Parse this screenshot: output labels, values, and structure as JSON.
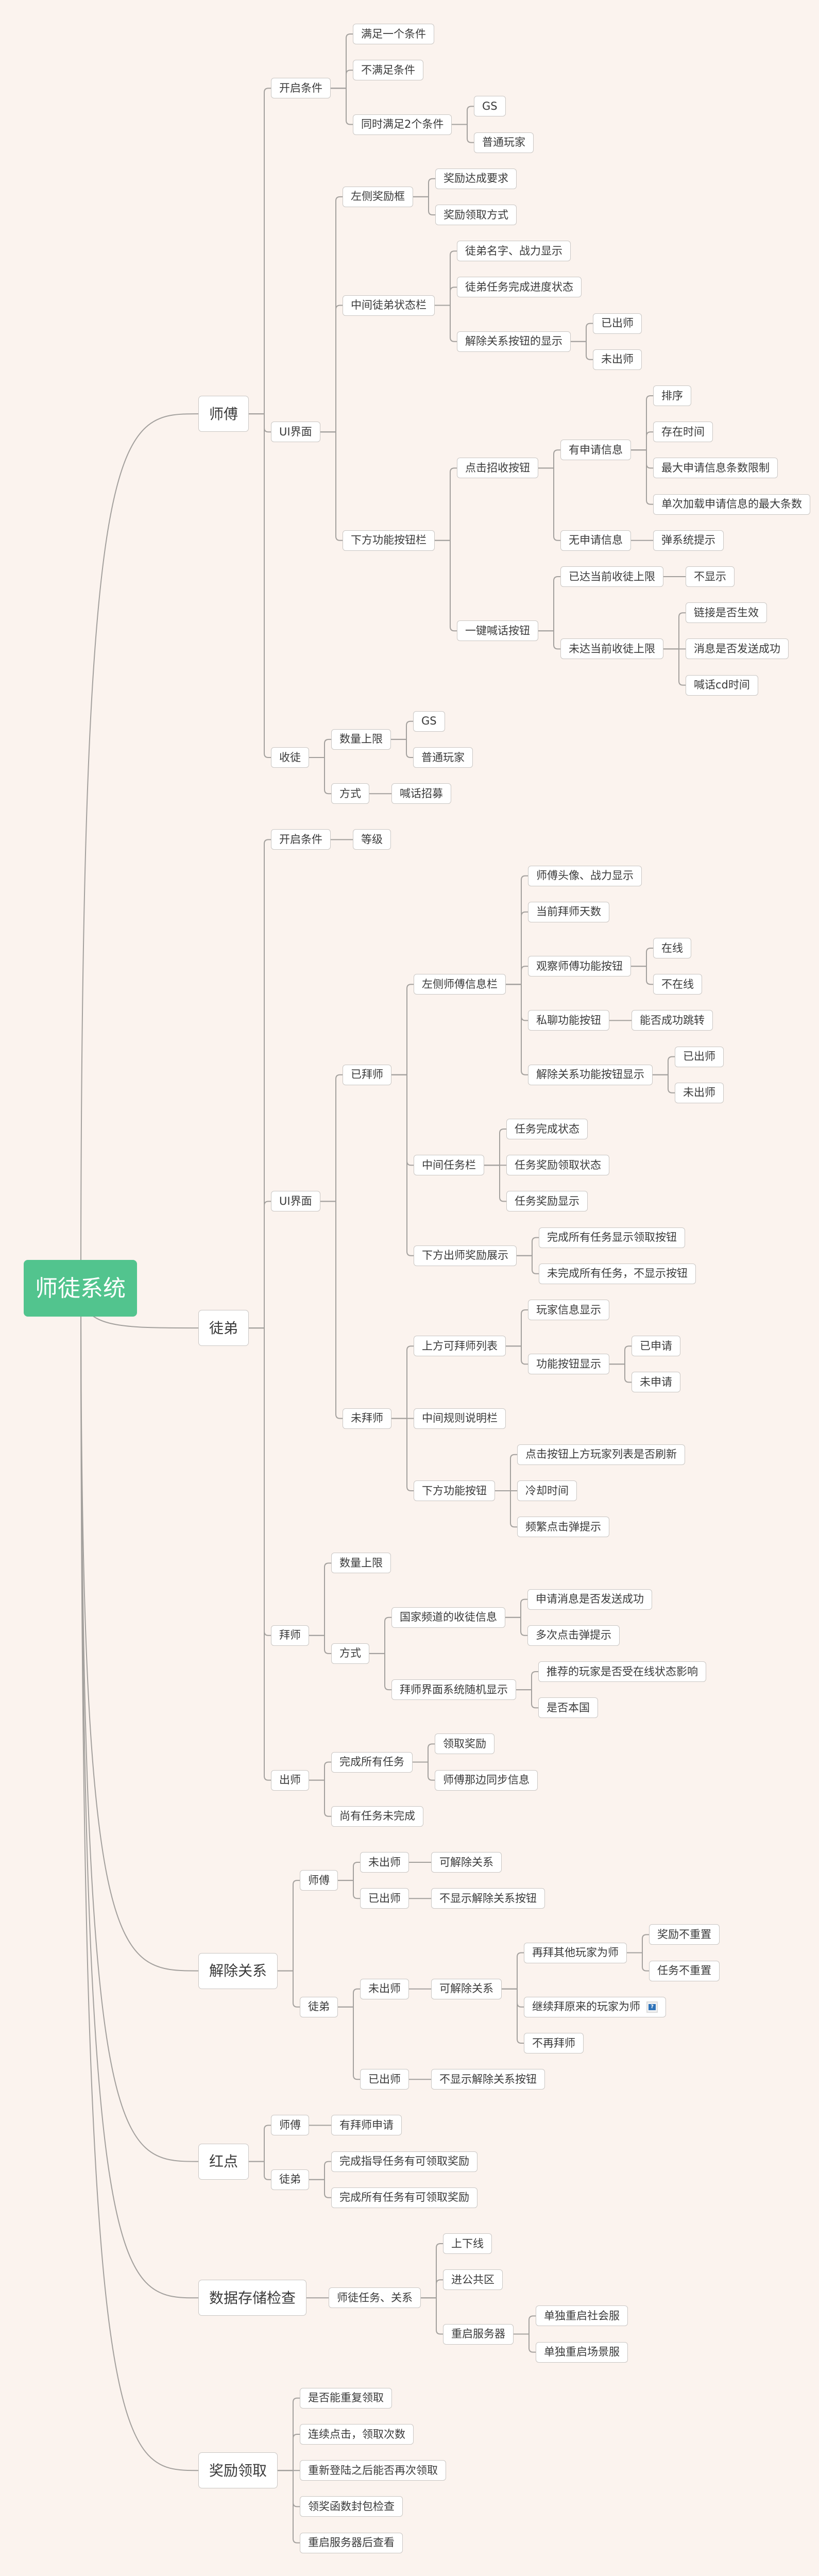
{
  "colors": {
    "background": "#fbf3ee",
    "root": "#52c48e",
    "line": "#a3a09d",
    "node_border": "#c9c6c3"
  },
  "tree": {
    "label": "师徒系统",
    "children": [
      {
        "label": "师傅",
        "children": [
          {
            "label": "开启条件",
            "children": [
              {
                "label": "满足一个条件"
              },
              {
                "label": "不满足条件"
              },
              {
                "label": "同时满足2个条件",
                "children": [
                  {
                    "label": "GS"
                  },
                  {
                    "label": "普通玩家"
                  }
                ]
              }
            ]
          },
          {
            "label": "UI界面",
            "children": [
              {
                "label": "左侧奖励框",
                "children": [
                  {
                    "label": "奖励达成要求"
                  },
                  {
                    "label": "奖励领取方式"
                  }
                ]
              },
              {
                "label": "中间徒弟状态栏",
                "children": [
                  {
                    "label": "徒弟名字、战力显示"
                  },
                  {
                    "label": "徒弟任务完成进度状态"
                  },
                  {
                    "label": "解除关系按钮的显示",
                    "children": [
                      {
                        "label": "已出师"
                      },
                      {
                        "label": "未出师"
                      }
                    ]
                  }
                ]
              },
              {
                "label": "下方功能按钮栏",
                "children": [
                  {
                    "label": "点击招收按钮",
                    "children": [
                      {
                        "label": "有申请信息",
                        "children": [
                          {
                            "label": "排序"
                          },
                          {
                            "label": "存在时间"
                          },
                          {
                            "label": "最大申请信息条数限制"
                          },
                          {
                            "label": "单次加载申请信息的最大条数"
                          }
                        ]
                      },
                      {
                        "label": "无申请信息",
                        "children": [
                          {
                            "label": "弹系统提示"
                          }
                        ]
                      }
                    ]
                  },
                  {
                    "label": "一键喊话按钮",
                    "children": [
                      {
                        "label": "已达当前收徒上限",
                        "children": [
                          {
                            "label": "不显示"
                          }
                        ]
                      },
                      {
                        "label": "未达当前收徒上限",
                        "children": [
                          {
                            "label": "链接是否生效"
                          },
                          {
                            "label": "消息是否发送成功"
                          },
                          {
                            "label": "喊话cd时间"
                          }
                        ]
                      }
                    ]
                  }
                ]
              }
            ]
          },
          {
            "label": "收徒",
            "children": [
              {
                "label": "数量上限",
                "children": [
                  {
                    "label": "GS"
                  },
                  {
                    "label": "普通玩家"
                  }
                ]
              },
              {
                "label": "方式",
                "children": [
                  {
                    "label": "喊话招募"
                  }
                ]
              }
            ]
          }
        ]
      },
      {
        "label": "徒弟",
        "children": [
          {
            "label": "开启条件",
            "children": [
              {
                "label": "等级"
              }
            ]
          },
          {
            "label": "UI界面",
            "children": [
              {
                "label": "已拜师",
                "children": [
                  {
                    "label": "左侧师傅信息栏",
                    "children": [
                      {
                        "label": "师傅头像、战力显示"
                      },
                      {
                        "label": "当前拜师天数"
                      },
                      {
                        "label": "观察师傅功能按钮",
                        "children": [
                          {
                            "label": "在线"
                          },
                          {
                            "label": "不在线"
                          }
                        ]
                      },
                      {
                        "label": "私聊功能按钮",
                        "children": [
                          {
                            "label": "能否成功跳转"
                          }
                        ]
                      },
                      {
                        "label": "解除关系功能按钮显示",
                        "children": [
                          {
                            "label": "已出师"
                          },
                          {
                            "label": "未出师"
                          }
                        ]
                      }
                    ]
                  },
                  {
                    "label": "中间任务栏",
                    "children": [
                      {
                        "label": "任务完成状态"
                      },
                      {
                        "label": "任务奖励领取状态"
                      },
                      {
                        "label": "任务奖励显示"
                      }
                    ]
                  },
                  {
                    "label": "下方出师奖励展示",
                    "children": [
                      {
                        "label": "完成所有任务显示领取按钮"
                      },
                      {
                        "label": "未完成所有任务，不显示按钮"
                      }
                    ]
                  }
                ]
              },
              {
                "label": "未拜师",
                "children": [
                  {
                    "label": "上方可拜师列表",
                    "children": [
                      {
                        "label": "玩家信息显示"
                      },
                      {
                        "label": "功能按钮显示",
                        "children": [
                          {
                            "label": "已申请"
                          },
                          {
                            "label": "未申请"
                          }
                        ]
                      }
                    ]
                  },
                  {
                    "label": "中间规则说明栏"
                  },
                  {
                    "label": "下方功能按钮",
                    "children": [
                      {
                        "label": "点击按钮上方玩家列表是否刷新"
                      },
                      {
                        "label": "冷却时间"
                      },
                      {
                        "label": "频繁点击弹提示"
                      }
                    ]
                  }
                ]
              }
            ]
          },
          {
            "label": "拜师",
            "children": [
              {
                "label": "数量上限"
              },
              {
                "label": "方式",
                "children": [
                  {
                    "label": "国家频道的收徒信息",
                    "children": [
                      {
                        "label": "申请消息是否发送成功"
                      },
                      {
                        "label": "多次点击弹提示"
                      }
                    ]
                  },
                  {
                    "label": "拜师界面系统随机显示",
                    "children": [
                      {
                        "label": "推荐的玩家是否受在线状态影响"
                      },
                      {
                        "label": "是否本国"
                      }
                    ]
                  }
                ]
              }
            ]
          },
          {
            "label": "出师",
            "children": [
              {
                "label": "完成所有任务",
                "children": [
                  {
                    "label": "领取奖励"
                  },
                  {
                    "label": "师傅那边同步信息"
                  }
                ]
              },
              {
                "label": "尚有任务未完成"
              }
            ]
          }
        ]
      },
      {
        "label": "解除关系",
        "children": [
          {
            "label": "师傅",
            "children": [
              {
                "label": "未出师",
                "children": [
                  {
                    "label": "可解除关系"
                  }
                ]
              },
              {
                "label": "已出师",
                "children": [
                  {
                    "label": "不显示解除关系按钮"
                  }
                ]
              }
            ]
          },
          {
            "label": "徒弟",
            "children": [
              {
                "label": "未出师",
                "children": [
                  {
                    "label": "可解除关系",
                    "children": [
                      {
                        "label": "再拜其他玩家为师",
                        "children": [
                          {
                            "label": "奖励不重置"
                          },
                          {
                            "label": "任务不重置"
                          }
                        ]
                      },
                      {
                        "label": "继续拜原来的玩家为师",
                        "icon": "note-icon"
                      },
                      {
                        "label": "不再拜师"
                      }
                    ]
                  }
                ]
              },
              {
                "label": "已出师",
                "children": [
                  {
                    "label": "不显示解除关系按钮"
                  }
                ]
              }
            ]
          }
        ]
      },
      {
        "label": "红点",
        "children": [
          {
            "label": "师傅",
            "children": [
              {
                "label": "有拜师申请"
              }
            ]
          },
          {
            "label": "徒弟",
            "children": [
              {
                "label": "完成指导任务有可领取奖励"
              },
              {
                "label": "完成所有任务有可领取奖励"
              }
            ]
          }
        ]
      },
      {
        "label": "数据存储检查",
        "children": [
          {
            "label": "师徒任务、关系",
            "children": [
              {
                "label": "上下线"
              },
              {
                "label": "进公共区"
              },
              {
                "label": "重启服务器",
                "children": [
                  {
                    "label": "单独重启社会服"
                  },
                  {
                    "label": "单独重启场景服"
                  }
                ]
              }
            ]
          }
        ]
      },
      {
        "label": "奖励领取",
        "children": [
          {
            "label": "是否能重复领取"
          },
          {
            "label": "连续点击，领取次数"
          },
          {
            "label": "重新登陆之后能否再次领取"
          },
          {
            "label": "领奖函数封包检查"
          },
          {
            "label": "重启服务器后查看"
          }
        ]
      }
    ]
  }
}
